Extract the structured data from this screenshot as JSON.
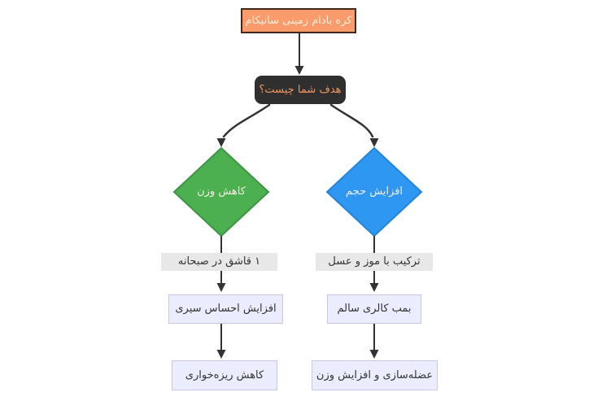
{
  "diagram": {
    "title_node": {
      "label": "کره بادام زمینی سانیکام"
    },
    "question_node": {
      "label": "هدف شما چیست؟"
    },
    "branches": {
      "left": {
        "decision_label": "کاهش وزن",
        "edge_label": "۱ قاشق در صبحانه",
        "result1": "افزایش احساس سیری",
        "result2": "کاهش ریزه‌خواری"
      },
      "right": {
        "decision_label": "افزایش حجم",
        "edge_label": "ترکیب با موز و عسل",
        "result1": "بمب کالری سالم",
        "result2": "عضله‌سازی و افزایش وزن"
      }
    },
    "colors": {
      "root_fill": "#F99B6B",
      "root_border": "#42291F",
      "root_text": "#FBF0DC",
      "question_fill": "#2F2F2F",
      "question_text": "#EE9763",
      "decision_left_fill": "#4CAF50",
      "decision_left_border": "#3D9444",
      "decision_right_fill": "#2E97F1",
      "decision_right_border": "#2484D6",
      "result_fill": "#ECECFF",
      "result_border": "#C8C8E6",
      "edge_label_bg": "#E8E8E8",
      "line_color": "#333333"
    }
  }
}
